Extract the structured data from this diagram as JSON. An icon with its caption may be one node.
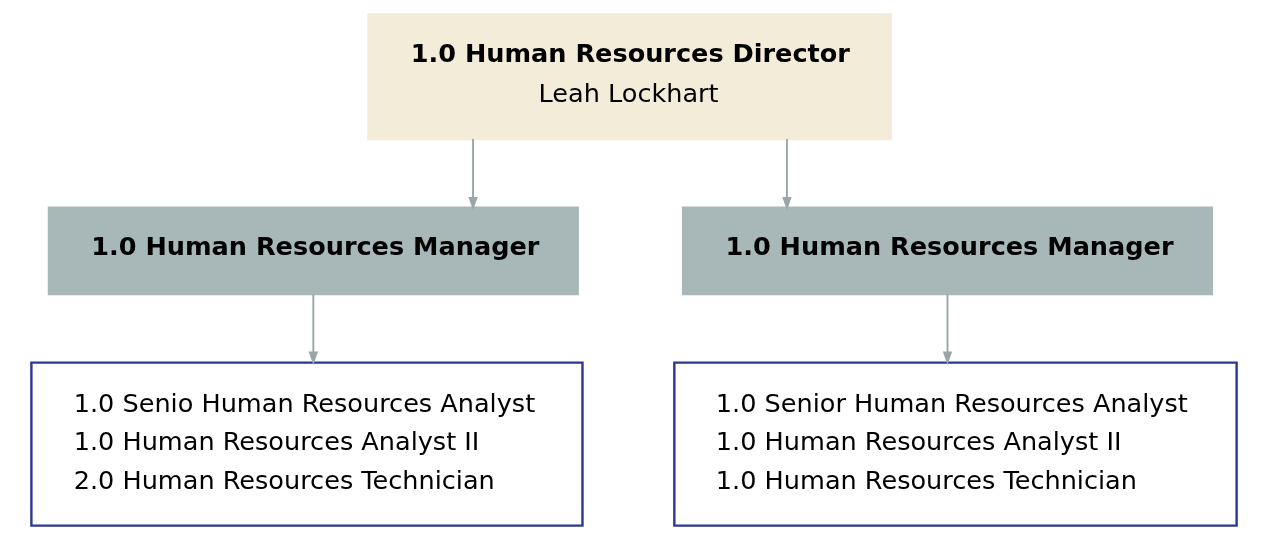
{
  "diagram": {
    "nodes": [
      {
        "text": [
          "1.0 Human Resources Director",
          "Leah Lockhart"
        ]
      },
      {
        "text": [
          "1.0 Human Resources Manager"
        ]
      },
      {
        "text": [
          "1.0 Human Resources Manager"
        ]
      },
      {
        "text": [
          "1.0 Senio Human Resources Analyst",
          "1.0 Human Resources Analyst II",
          "2.0 Human Resources Technician"
        ]
      },
      {
        "text": [
          "1.0 Senior Human Resources Analyst",
          "1.0 Human Resources Analyst II",
          "1.0 Human Resources Technician"
        ]
      }
    ],
    "edges": [
      {
        "from": 0,
        "to": 1,
        "arrow": "to"
      },
      {
        "from": 0,
        "to": 2,
        "arrow": "to"
      },
      {
        "from": 1,
        "to": 3,
        "arrow": "to"
      },
      {
        "from": 2,
        "to": 4,
        "arrow": "to"
      }
    ]
  }
}
